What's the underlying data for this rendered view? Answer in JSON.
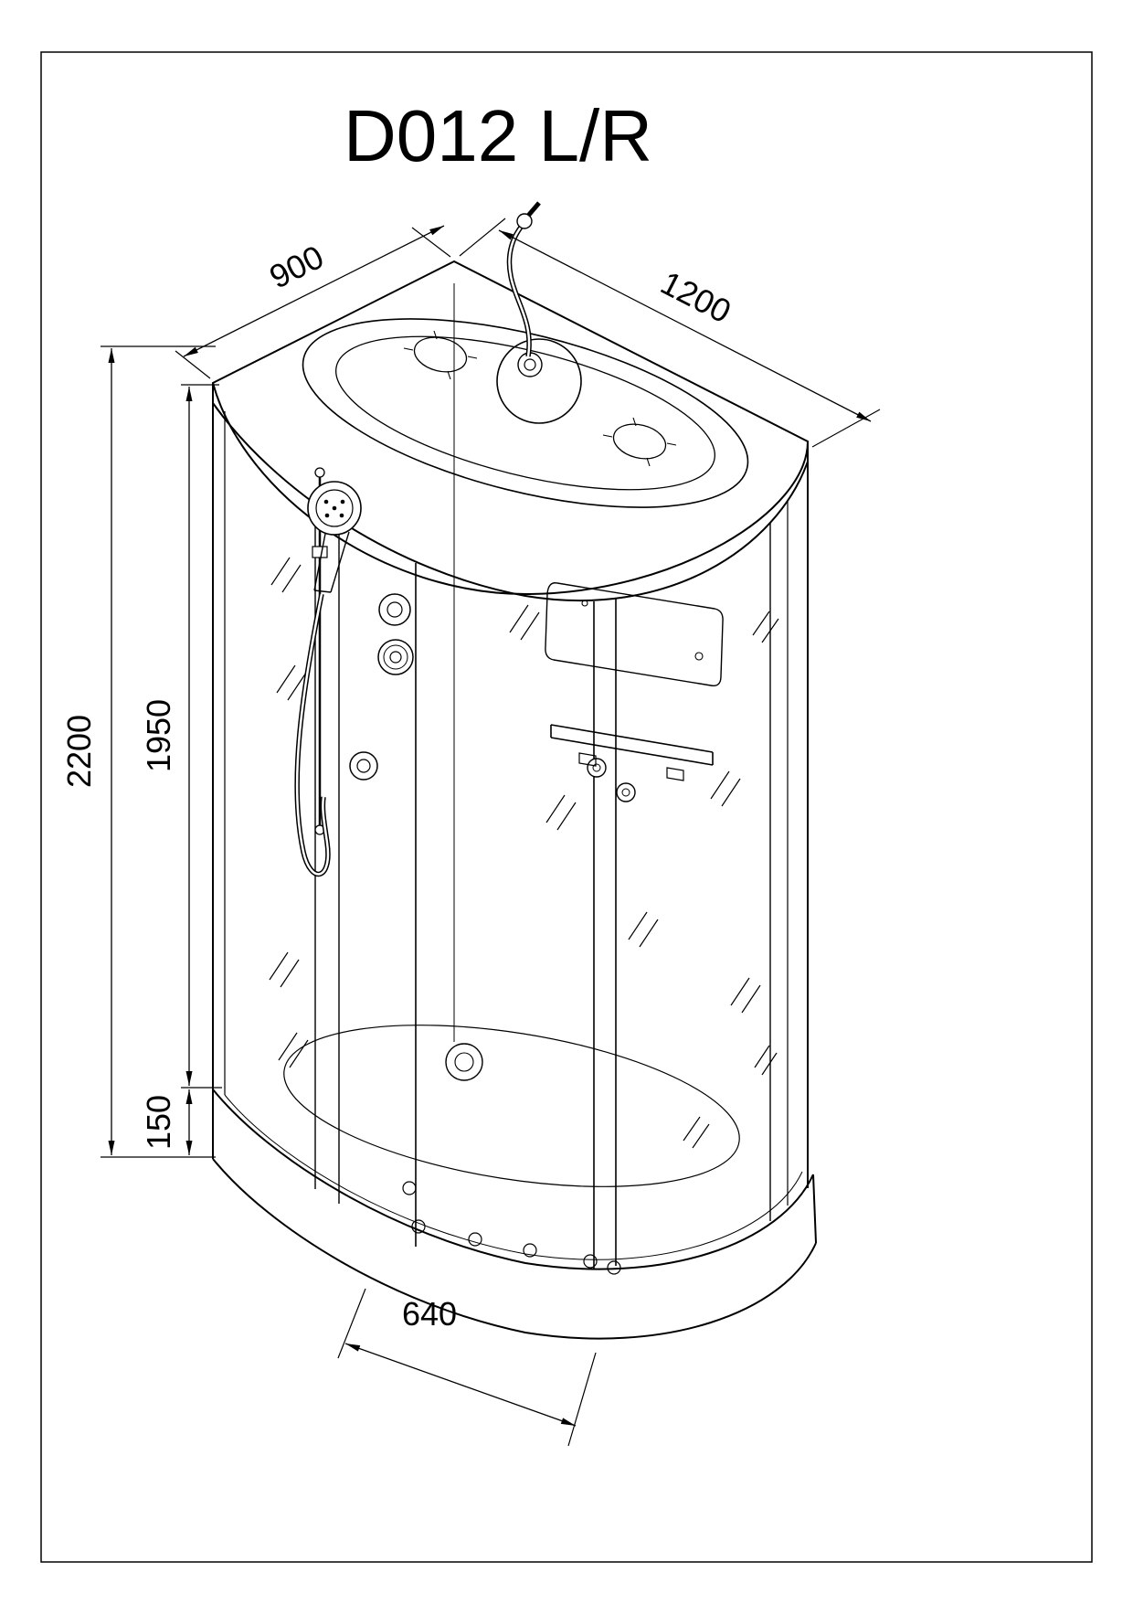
{
  "colors": {
    "line": "#000000",
    "background": "#ffffff"
  },
  "drawing": {
    "title": "D012 L/R"
  },
  "dimensions": {
    "depth": "900",
    "width": "1200",
    "overall_height": "2200",
    "cabin_height": "1950",
    "tray_height": "150",
    "entry_width": "640"
  }
}
